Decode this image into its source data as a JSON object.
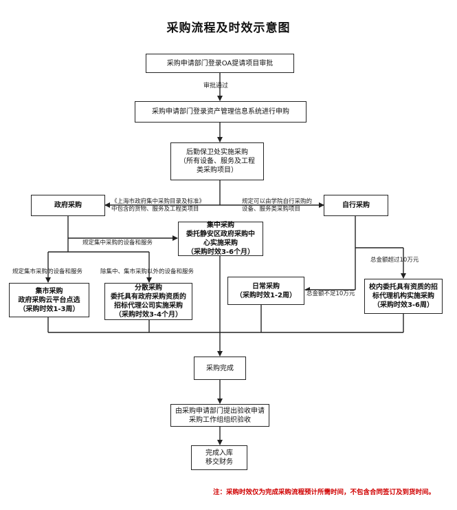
{
  "title": "采购流程及时效示意图",
  "nodes": {
    "oa_login": "采购申请部门登录OA提请项目审批",
    "asset_system": "采购申请部门登录资产管理信息系统进行申购",
    "logistics": [
      "后勤保卫处实施采购",
      "（所有设备、服务及工程",
      "类采购项目）"
    ],
    "gov_purchase": "政府采购",
    "self_purchase": "自行采购",
    "centralized": [
      "集中采购",
      "委托静安区政府采购中",
      "心实施采购",
      "（采购时效3-6个月）"
    ],
    "market": [
      "集市采购",
      "政府采购云平台点选",
      "（采购时效1-3周）"
    ],
    "dispersed": [
      "分散采购",
      "委托具有政府采购资质的",
      "招标代理公司实施采购",
      "（采购时效3-4个月）"
    ],
    "daily": [
      "日常采购",
      "（采购时效1-2周）"
    ],
    "school_agent": [
      "校内委托具有资质的招",
      "标代理机构实施采购",
      "（采购时效3-6周）"
    ],
    "complete": "采购完成",
    "acceptance": [
      "由采购申请部门提出验收申请",
      "采购工作组组织验收"
    ],
    "warehouse": [
      "完成入库",
      "移交财务"
    ]
  },
  "edge_labels": {
    "approved": "审批通过",
    "gov_catalog": [
      "《上海市政府集中采购目录及标准》",
      "中包含的货物、服务及工程类项目"
    ],
    "self_rule": [
      "规定可以由学院自行采购的",
      "设备、服务类采购项目"
    ],
    "central_rule": "规定集中采购的设备和服务",
    "market_rule": "规定集市采购的设备和服务",
    "except_rule": "除集中、集市采购以外的设备和服务",
    "over_100k": "总金额超过10万元",
    "under_100k": "总金额不足10万元"
  },
  "footer": "注：采购时效仅为完成采购流程预计所需时间，不包含合同签订及到货时间。"
}
